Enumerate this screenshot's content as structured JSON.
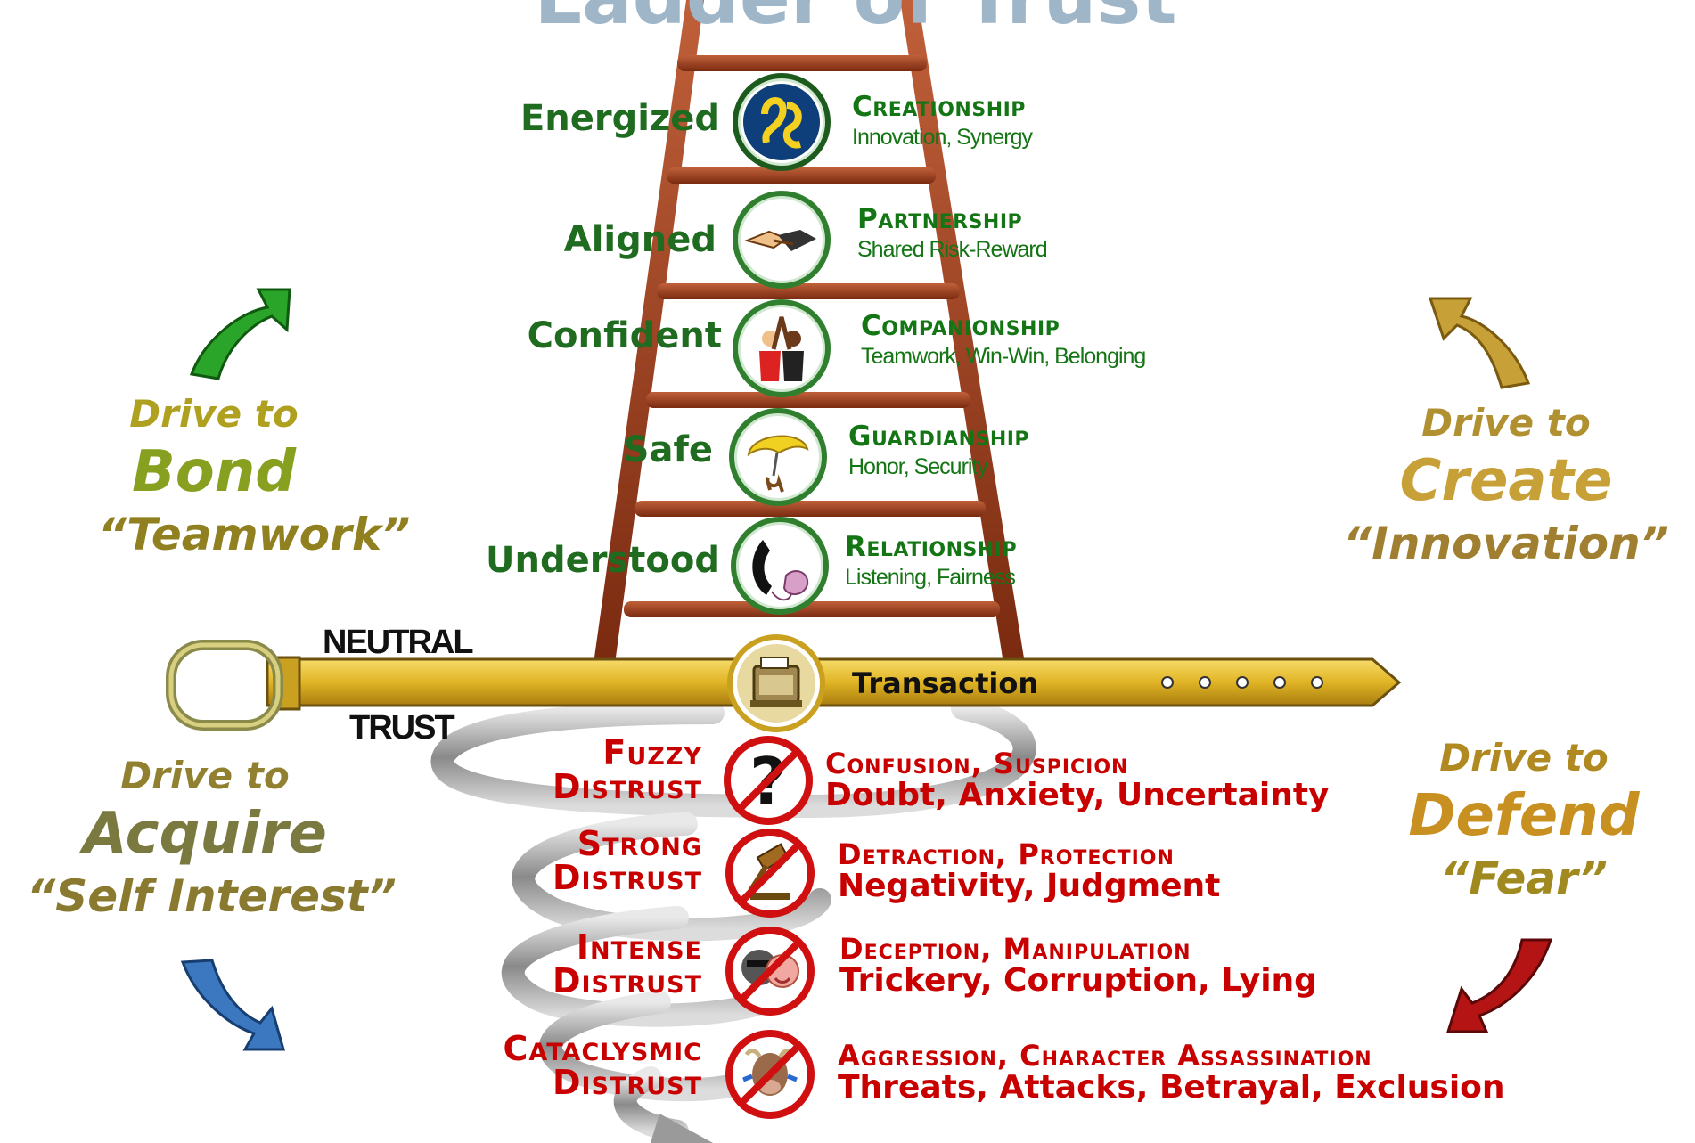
{
  "title": "Ladder of Trust",
  "colors": {
    "ladder": "#9b3a1c",
    "green_text": "#147514",
    "red_text": "#c80000",
    "belt": "#e0b424",
    "gold": "#c9a020",
    "bond_arrow": "#2aa52a",
    "create_arrow": "#c8a038",
    "acquire_arrow": "#3c78c0",
    "defend_arrow": "#b41414"
  },
  "ladder_rungs": [
    {
      "feeling": "Energized",
      "heading": "Creationship",
      "subtitle": "Innovation, Synergy",
      "icon": "creationship-swirl-icon"
    },
    {
      "feeling": "Aligned",
      "heading": "Partnership",
      "subtitle": "Shared Risk-Reward",
      "icon": "handshake-icon"
    },
    {
      "feeling": "Confident",
      "heading": "Companionship",
      "subtitle": "Teamwork, Win-Win, Belonging",
      "icon": "raised-hands-icon"
    },
    {
      "feeling": "Safe",
      "heading": "Guardianship",
      "subtitle": "Honor, Security",
      "icon": "umbrella-icon"
    },
    {
      "feeling": "Understood",
      "heading": "Relationship",
      "subtitle": "Listening, Fairness",
      "icon": "telephone-icon"
    }
  ],
  "belt": {
    "neutral": "NEUTRAL",
    "trust": "TRUST",
    "transaction": "Transaction",
    "icon": "cash-register-icon"
  },
  "distrust_levels": [
    {
      "level_line1": "Fuzzy",
      "level_line2": "Distrust",
      "heading": "Confusion, Suspicion",
      "subtitle": "Doubt, Anxiety, Uncertainty",
      "icon": "question-mark-icon"
    },
    {
      "level_line1": "Strong",
      "level_line2": "Distrust",
      "heading": "Detraction, Protection",
      "subtitle": "Negativity, Judgment",
      "icon": "gavel-icon"
    },
    {
      "level_line1": "Intense",
      "level_line2": "Distrust",
      "heading": "Deception, Manipulation",
      "subtitle": "Trickery, Corruption, Lying",
      "icon": "masks-icon"
    },
    {
      "level_line1": "Cataclysmic",
      "level_line2": "Distrust",
      "heading": "Aggression, Character Assassination",
      "subtitle": "Threats, Attacks, Betrayal, Exclusion",
      "icon": "angry-bull-icon"
    }
  ],
  "drives": {
    "bond": {
      "line1": "Drive to",
      "line2": "Bond",
      "line3": "“Teamwork”"
    },
    "create": {
      "line1": "Drive to",
      "line2": "Create",
      "line3": "“Innovation”"
    },
    "acquire": {
      "line1": "Drive to",
      "line2": "Acquire",
      "line3": "“Self Interest”"
    },
    "defend": {
      "line1": "Drive to",
      "line2": "Defend",
      "line3": "“Fear”"
    }
  }
}
